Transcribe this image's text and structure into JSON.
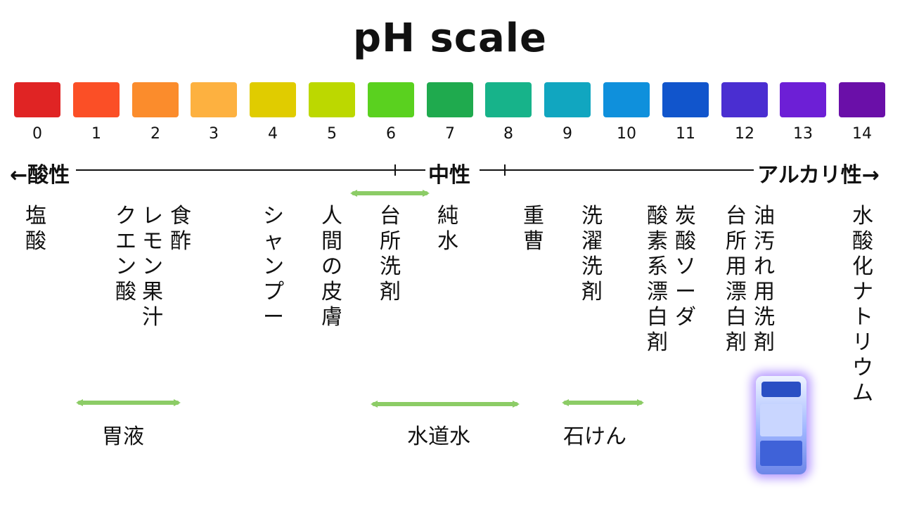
{
  "title": "pH scale",
  "scale": {
    "numbers": [
      "0",
      "1",
      "2",
      "3",
      "4",
      "5",
      "6",
      "7",
      "8",
      "9",
      "10",
      "11",
      "12",
      "13",
      "14"
    ],
    "colors": [
      "#e02424",
      "#fb4f26",
      "#fb8c2c",
      "#fdb140",
      "#e0cc00",
      "#bcd800",
      "#5ad11f",
      "#1faa4e",
      "#17b38a",
      "#11a6c0",
      "#0f90dc",
      "#1155cc",
      "#4a2ed1",
      "#6d1fd6",
      "#6a0fa8"
    ]
  },
  "axis": {
    "acid": "←酸性",
    "neutral": "中性",
    "alkaline": "アルカリ性→"
  },
  "substances": [
    {
      "label": "塩酸"
    },
    {
      "label": "食酢"
    },
    {
      "label": "レモン果汁"
    },
    {
      "label": "クエン酸"
    },
    {
      "label": "シャンプー"
    },
    {
      "label": "人間の皮膚"
    },
    {
      "label": "台所洗剤"
    },
    {
      "label": "純水"
    },
    {
      "label": "重曹"
    },
    {
      "label": "洗濯洗剤"
    },
    {
      "label": "炭酸ソーダ"
    },
    {
      "label": "酸素系漂白剤"
    },
    {
      "label": "油汚れ用洗剤"
    },
    {
      "label": "台所用漂白剤"
    },
    {
      "label": "水酸化ナトリウム"
    }
  ],
  "ranges": [
    {
      "label": "胃液"
    },
    {
      "label": "水道水"
    },
    {
      "label": "石けん"
    }
  ],
  "arrow_color": "#8ccc66"
}
